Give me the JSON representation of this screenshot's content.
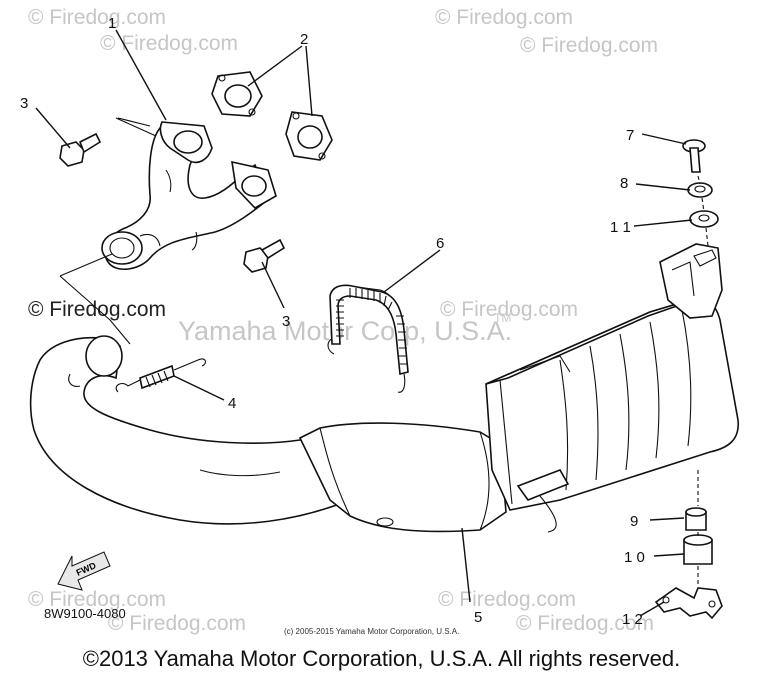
{
  "diagram": {
    "callouts": {
      "c1": "1",
      "c2": "2",
      "c3a": "3",
      "c3b": "3",
      "c4": "4",
      "c5": "5",
      "c6": "6",
      "c7": "7",
      "c8": "8",
      "c9": "9",
      "c10": "1 0",
      "c11": "1 1",
      "c12": "1 2"
    },
    "fwd_label": "FWD",
    "tm_mark": "TM",
    "part_code": "8W9100-4080",
    "small_copyright": "(c) 2005-2015 Yamaha Motor Corporation, U.S.A.",
    "footer": "©2013 Yamaha Motor Corporation, U.S.A. All rights reserved."
  },
  "watermarks": {
    "firedog": "© Firedog.com",
    "firedog_left": "© Firedog.com",
    "yamaha": "Yamaha Motor Corp, U.S.A."
  }
}
